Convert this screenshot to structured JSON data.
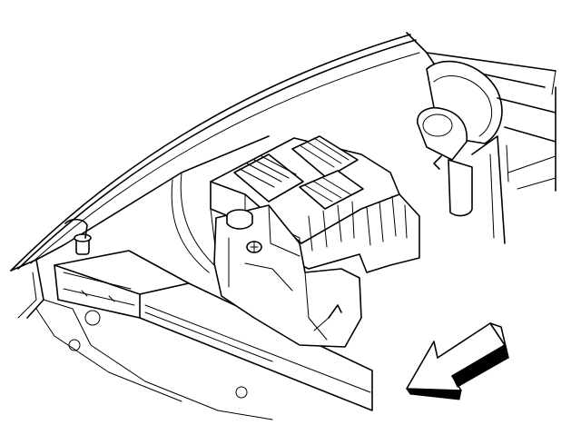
{
  "figure": {
    "background": "#ffffff",
    "line_color": "#000000",
    "components": [
      {
        "id": "hood-edge",
        "kind": "curved panel edge"
      },
      {
        "id": "fender-panel",
        "kind": "front fender body"
      },
      {
        "id": "radiator-support",
        "kind": "lower support panel"
      },
      {
        "id": "air-cleaner-housing",
        "kind": "finned housing"
      },
      {
        "id": "washer-reservoir",
        "kind": "fluid reservoir with cap"
      },
      {
        "id": "strut-tower",
        "kind": "round tower with valve"
      },
      {
        "id": "direction-arrow",
        "kind": "hollow 3D arrow pointing front-left"
      }
    ]
  }
}
